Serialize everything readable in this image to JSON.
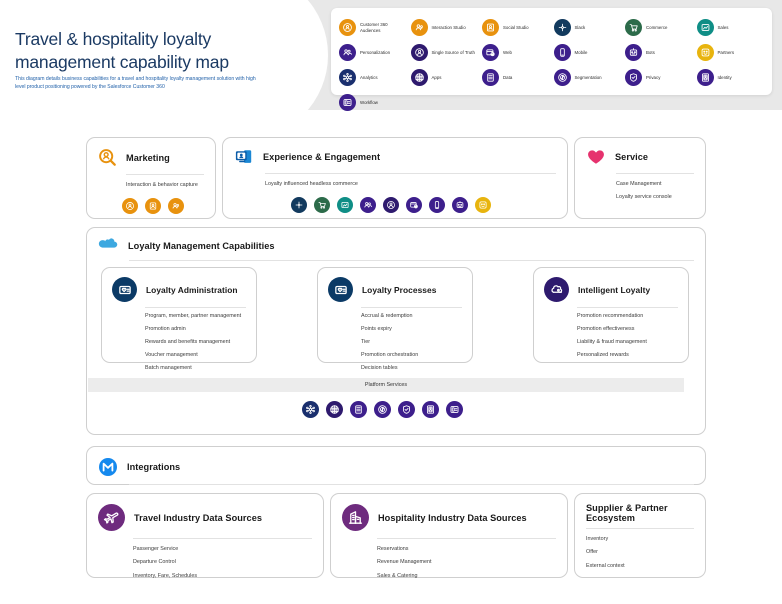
{
  "header": {
    "title": "Travel & hospitality loyalty management capability map",
    "subtitle": "This diagram details business capabilities for a travel and hospitality loyalty management solution with high level product positioning powered by the Salesforce Customer 360"
  },
  "legend": {
    "items": [
      {
        "label": "Customer 360 Audiences",
        "icon": "customer-360-audiences-icon",
        "color": "#e8920e"
      },
      {
        "label": "Interaction Studio",
        "icon": "interaction-studio-icon",
        "color": "#e8920e"
      },
      {
        "label": "Social Studio",
        "icon": "social-studio-icon",
        "color": "#e8920e"
      },
      {
        "label": "Slack",
        "icon": "slack-icon",
        "color": "#123a5e"
      },
      {
        "label": "Commerce",
        "icon": "commerce-cart-icon",
        "color": "#2c6b4a"
      },
      {
        "label": "Sales",
        "icon": "sales-chart-icon",
        "color": "#0f8e86"
      },
      {
        "label": "Personalization",
        "icon": "personalization-people-icon",
        "color": "#3d1f8c"
      },
      {
        "label": "Single Source of Truth",
        "icon": "single-source-of-truth-icon",
        "color": "#2e1a6e"
      },
      {
        "label": "Web",
        "icon": "web-browser-icon",
        "color": "#3d1f8c"
      },
      {
        "label": "Mobile",
        "icon": "mobile-device-icon",
        "color": "#3d1f8c"
      },
      {
        "label": "Bots",
        "icon": "bots-robot-icon",
        "color": "#3d1f8c"
      },
      {
        "label": "Partners",
        "icon": "partners-icon",
        "color": "#e8b40e"
      },
      {
        "label": "Analytics",
        "icon": "analytics-nodes-icon",
        "color": "#1a2f6e"
      },
      {
        "label": "Apps",
        "icon": "apps-grid-icon",
        "color": "#2e1a6e"
      },
      {
        "label": "Data",
        "icon": "data-database-icon",
        "color": "#3d1f8c"
      },
      {
        "label": "Segmentation",
        "icon": "segmentation-icon",
        "color": "#3d1f8c"
      },
      {
        "label": "Privacy",
        "icon": "privacy-shield-icon",
        "color": "#3d1f8c"
      },
      {
        "label": "Identity",
        "icon": "identity-card-icon",
        "color": "#3d1f8c"
      },
      {
        "label": "Workflow",
        "icon": "workflow-icon",
        "color": "#3d1f8c"
      }
    ]
  },
  "marketing": {
    "title": "Marketing",
    "header_icon": "marketing-audience-search-icon",
    "bullets": [
      "Interaction & behavior capture"
    ],
    "icons": [
      {
        "name": "customer-360-audiences-icon",
        "color": "#e8920e"
      },
      {
        "name": "social-studio-icon",
        "color": "#e8920e"
      },
      {
        "name": "interaction-studio-icon",
        "color": "#e8920e"
      }
    ]
  },
  "experience": {
    "title": "Experience & Engagement",
    "header_icon": "experience-screens-icon",
    "bullets": [
      "Loyalty influenced headless commerce"
    ],
    "icons": [
      {
        "name": "slack-icon",
        "color": "#123a5e"
      },
      {
        "name": "commerce-cart-icon",
        "color": "#2c6b4a"
      },
      {
        "name": "sales-chart-icon",
        "color": "#0f8e86"
      },
      {
        "name": "personalization-people-icon",
        "color": "#3d1f8c"
      },
      {
        "name": "single-source-of-truth-icon",
        "color": "#2e1a6e"
      },
      {
        "name": "web-browser-icon",
        "color": "#3d1f8c"
      },
      {
        "name": "mobile-device-icon",
        "color": "#3d1f8c"
      },
      {
        "name": "bots-robot-icon",
        "color": "#3d1f8c"
      },
      {
        "name": "partners-icon",
        "color": "#e8b40e"
      }
    ]
  },
  "service": {
    "title": "Service",
    "header_icon": "service-heart-icon",
    "bullets": [
      "Case Management",
      "Loyalty service console"
    ]
  },
  "loyalty_management": {
    "title": "Loyalty Management Capabilities",
    "header_icon": "salesforce-cloud-icon",
    "cards": [
      {
        "title": "Loyalty Administration",
        "icon": "loyalty-card-icon",
        "bullets": [
          "Program, member, partner management",
          "Promotion admin",
          "Rewards and benefits management",
          "Voucher management",
          "Batch management"
        ]
      },
      {
        "title": "Loyalty Processes",
        "icon": "loyalty-card-icon",
        "bullets": [
          "Accrual & redemption",
          "Points expiry",
          "Tier",
          "Promotion orchestration",
          "Decision tables"
        ]
      },
      {
        "title": "Intelligent Loyalty",
        "icon": "einstein-intelligence-icon",
        "bullets": [
          "Promotion recommendation",
          "Promotion effectiveness",
          "Liability & fraud management",
          "Personalized rewards"
        ]
      }
    ],
    "platform_services": {
      "label": "Platform Services",
      "icons": [
        {
          "name": "analytics-nodes-icon",
          "color": "#1a2f6e"
        },
        {
          "name": "apps-grid-icon",
          "color": "#2e1a6e"
        },
        {
          "name": "data-database-icon",
          "color": "#3d1f8c"
        },
        {
          "name": "segmentation-icon",
          "color": "#3d1f8c"
        },
        {
          "name": "privacy-shield-icon",
          "color": "#3d1f8c"
        },
        {
          "name": "identity-card-icon",
          "color": "#3d1f8c"
        },
        {
          "name": "workflow-icon",
          "color": "#3d1f8c"
        }
      ]
    }
  },
  "integrations": {
    "title": "Integrations",
    "header_icon": "mulesoft-icon"
  },
  "travel_sources": {
    "title": "Travel Industry Data Sources",
    "header_icon": "airplane-icon",
    "bullets": [
      "Passenger Service",
      "Departure Control",
      "Inventory, Fare, Schedules"
    ]
  },
  "hospitality_sources": {
    "title": "Hospitality Industry Data Sources",
    "header_icon": "hotel-building-icon",
    "bullets": [
      "Reservations",
      "Revenue Management",
      "Sales & Catering"
    ]
  },
  "supplier_ecosystem": {
    "title": "Supplier & Partner Ecosystem",
    "bullets": [
      "Inventory",
      "Offer",
      "External context"
    ]
  },
  "colors": {
    "brand_navy": "#1b3a63",
    "brand_blue": "#1f5fa8",
    "header_band": "#e8e8e8",
    "card_border": "#cfcfcf",
    "service_pink": "#e6326e",
    "loyalty_navy": "#0b3a66",
    "intelligent_purple": "#2e1a6e",
    "cloud_blue": "#3da8e0",
    "mulesoft_blue": "#1589ee",
    "data_source_purple": "#6e2b7e",
    "platform_bar": "#ececec"
  }
}
